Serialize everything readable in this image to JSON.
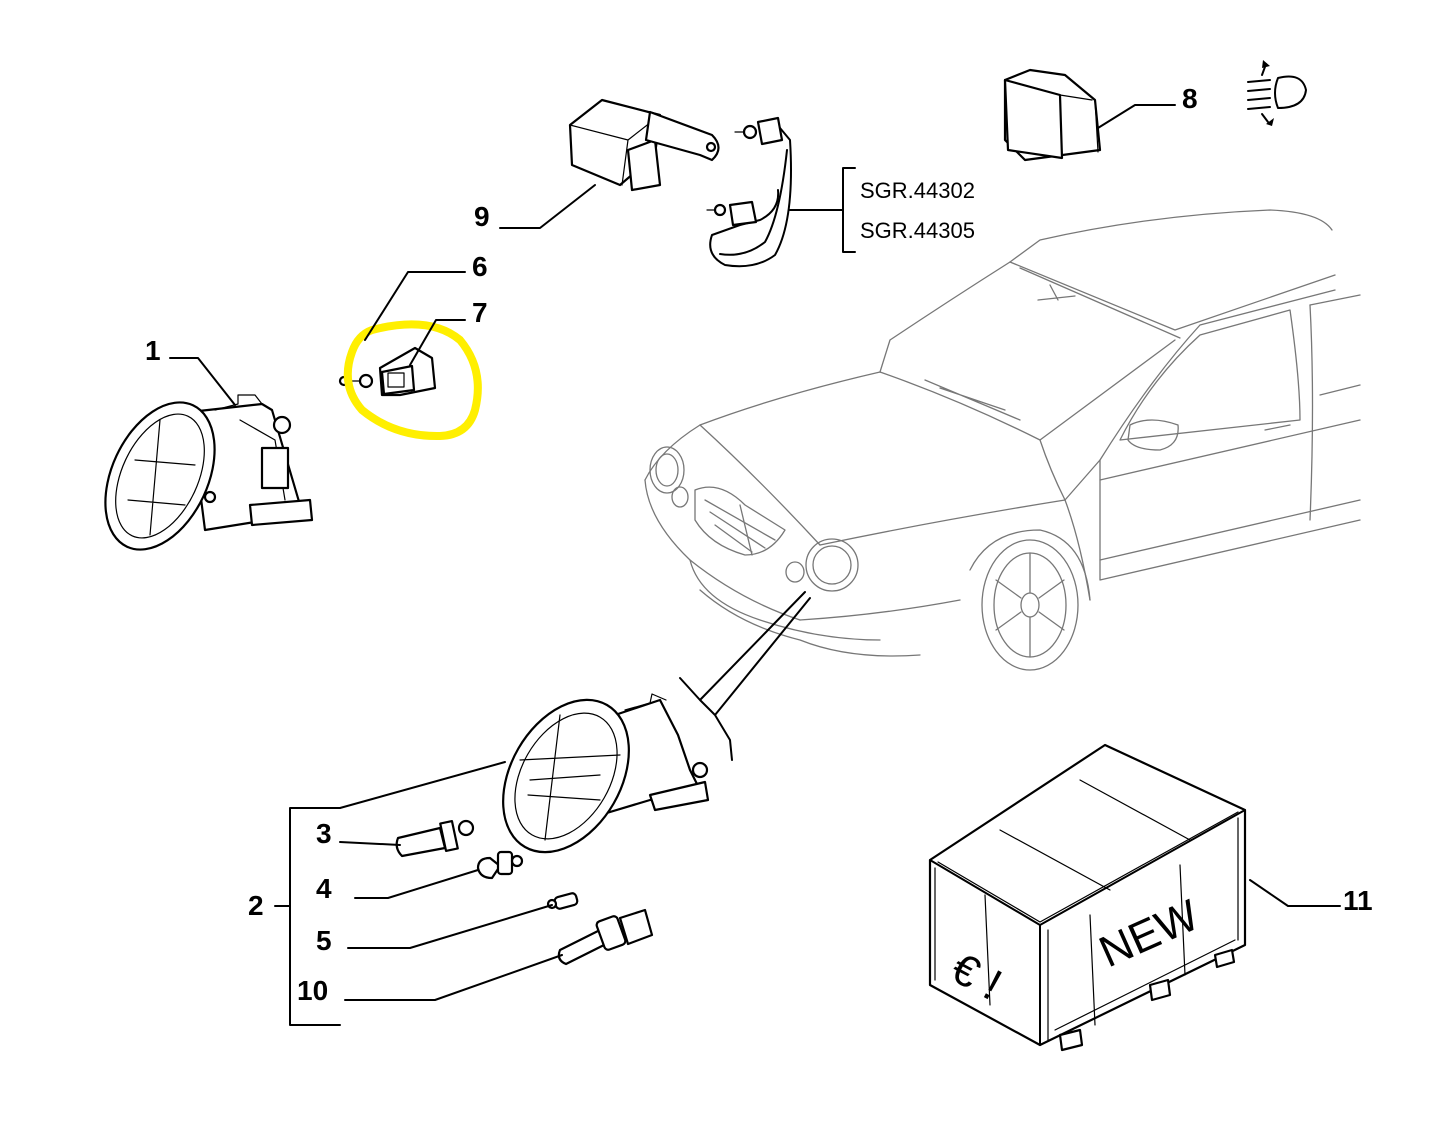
{
  "callouts": {
    "c1": "1",
    "c2": "2",
    "c3": "3",
    "c4": "4",
    "c5": "5",
    "c6": "6",
    "c7": "7",
    "c8": "8",
    "c9": "9",
    "c10": "10",
    "c11": "11"
  },
  "references": {
    "ref1": "SGR.44302",
    "ref2": "SGR.44305"
  },
  "box_text": {
    "new": "NEW",
    "euro": "€ !"
  },
  "colors": {
    "highlight": "#ffef00",
    "line": "#000000",
    "car_outline": "#777777"
  },
  "icons": {
    "light_level_icon": "headlight-leveling-icon"
  }
}
